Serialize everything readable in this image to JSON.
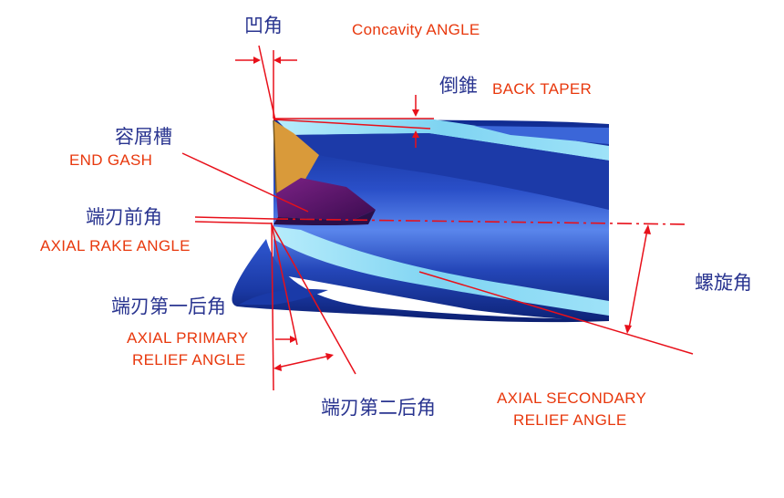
{
  "labels": {
    "concavity_cn": "凹角",
    "concavity_en": "Concavity  ANGLE",
    "back_taper_cn": "倒錐",
    "back_taper_en": "BACK  TAPER",
    "end_gash_cn": "容屑槽",
    "end_gash_en": "END GASH",
    "axial_rake_cn": "端刃前角",
    "axial_rake_en": "AXIAL RAKE  ANGLE",
    "helix_cn": "螺旋角",
    "primary_relief_cn": "端刃第一后角",
    "primary_relief_en_1": "AXIAL PRIMARY",
    "primary_relief_en_2": "RELIEF  ANGLE",
    "secondary_relief_cn": "端刃第二后角",
    "secondary_relief_en_1": "AXIAL SECONDARY",
    "secondary_relief_en_2": "RELIEF  ANGLE"
  },
  "colors": {
    "label_cn": "#2a3590",
    "label_en": "#e8380d",
    "annotation_line": "#e8101a",
    "tool_dark_blue": "#1a2f9a",
    "tool_light_cyan": "#8fdcf5",
    "end_gash_face": "#5a1468",
    "concavity_face": "#d99a3a"
  }
}
